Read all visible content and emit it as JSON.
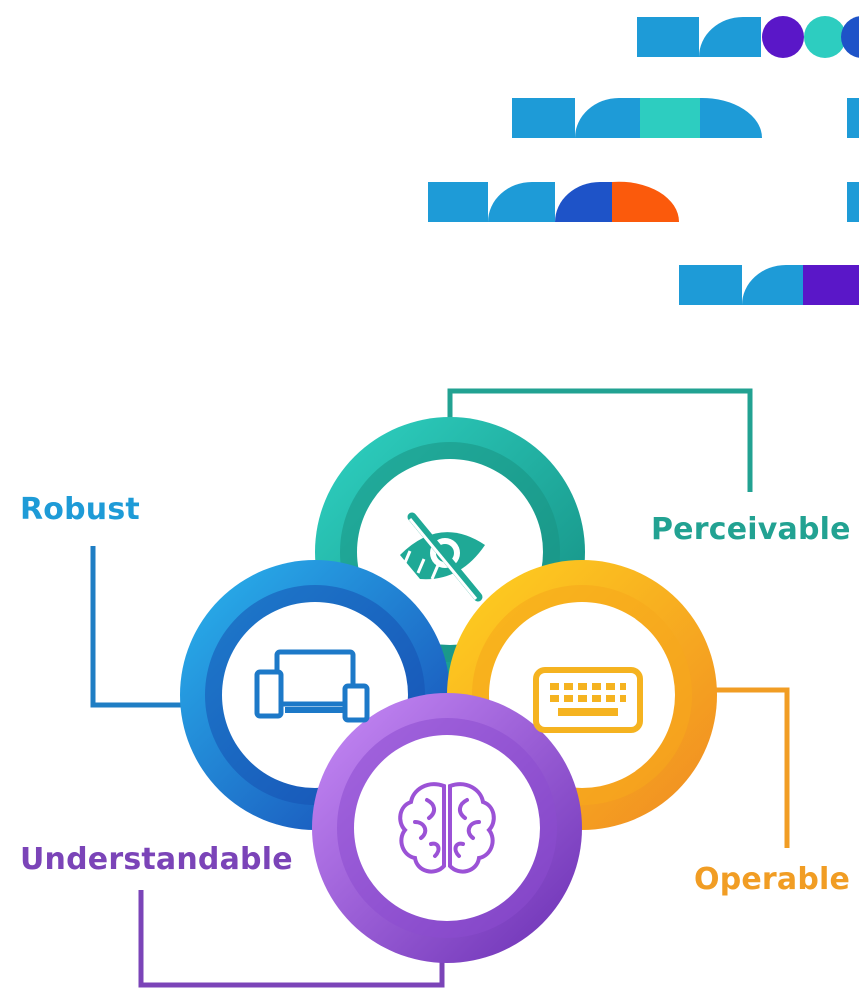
{
  "diagram": {
    "principles": [
      {
        "key": "perceivable",
        "label": "Perceivable",
        "icon": "eye-slash-icon",
        "color": "#22a292"
      },
      {
        "key": "operable",
        "label": "Operable",
        "icon": "keyboard-icon",
        "color": "#f19d24"
      },
      {
        "key": "understandable",
        "label": "Understandable",
        "icon": "brain-icon",
        "color": "#7b44b8"
      },
      {
        "key": "robust",
        "label": "Robust",
        "icon": "devices-icon",
        "color": "#1e9bd7"
      }
    ]
  },
  "decoration": {
    "palette": [
      "#1e9bd7",
      "#2dcdc0",
      "#5a17c8",
      "#1e53c8",
      "#fb5a0c"
    ]
  }
}
